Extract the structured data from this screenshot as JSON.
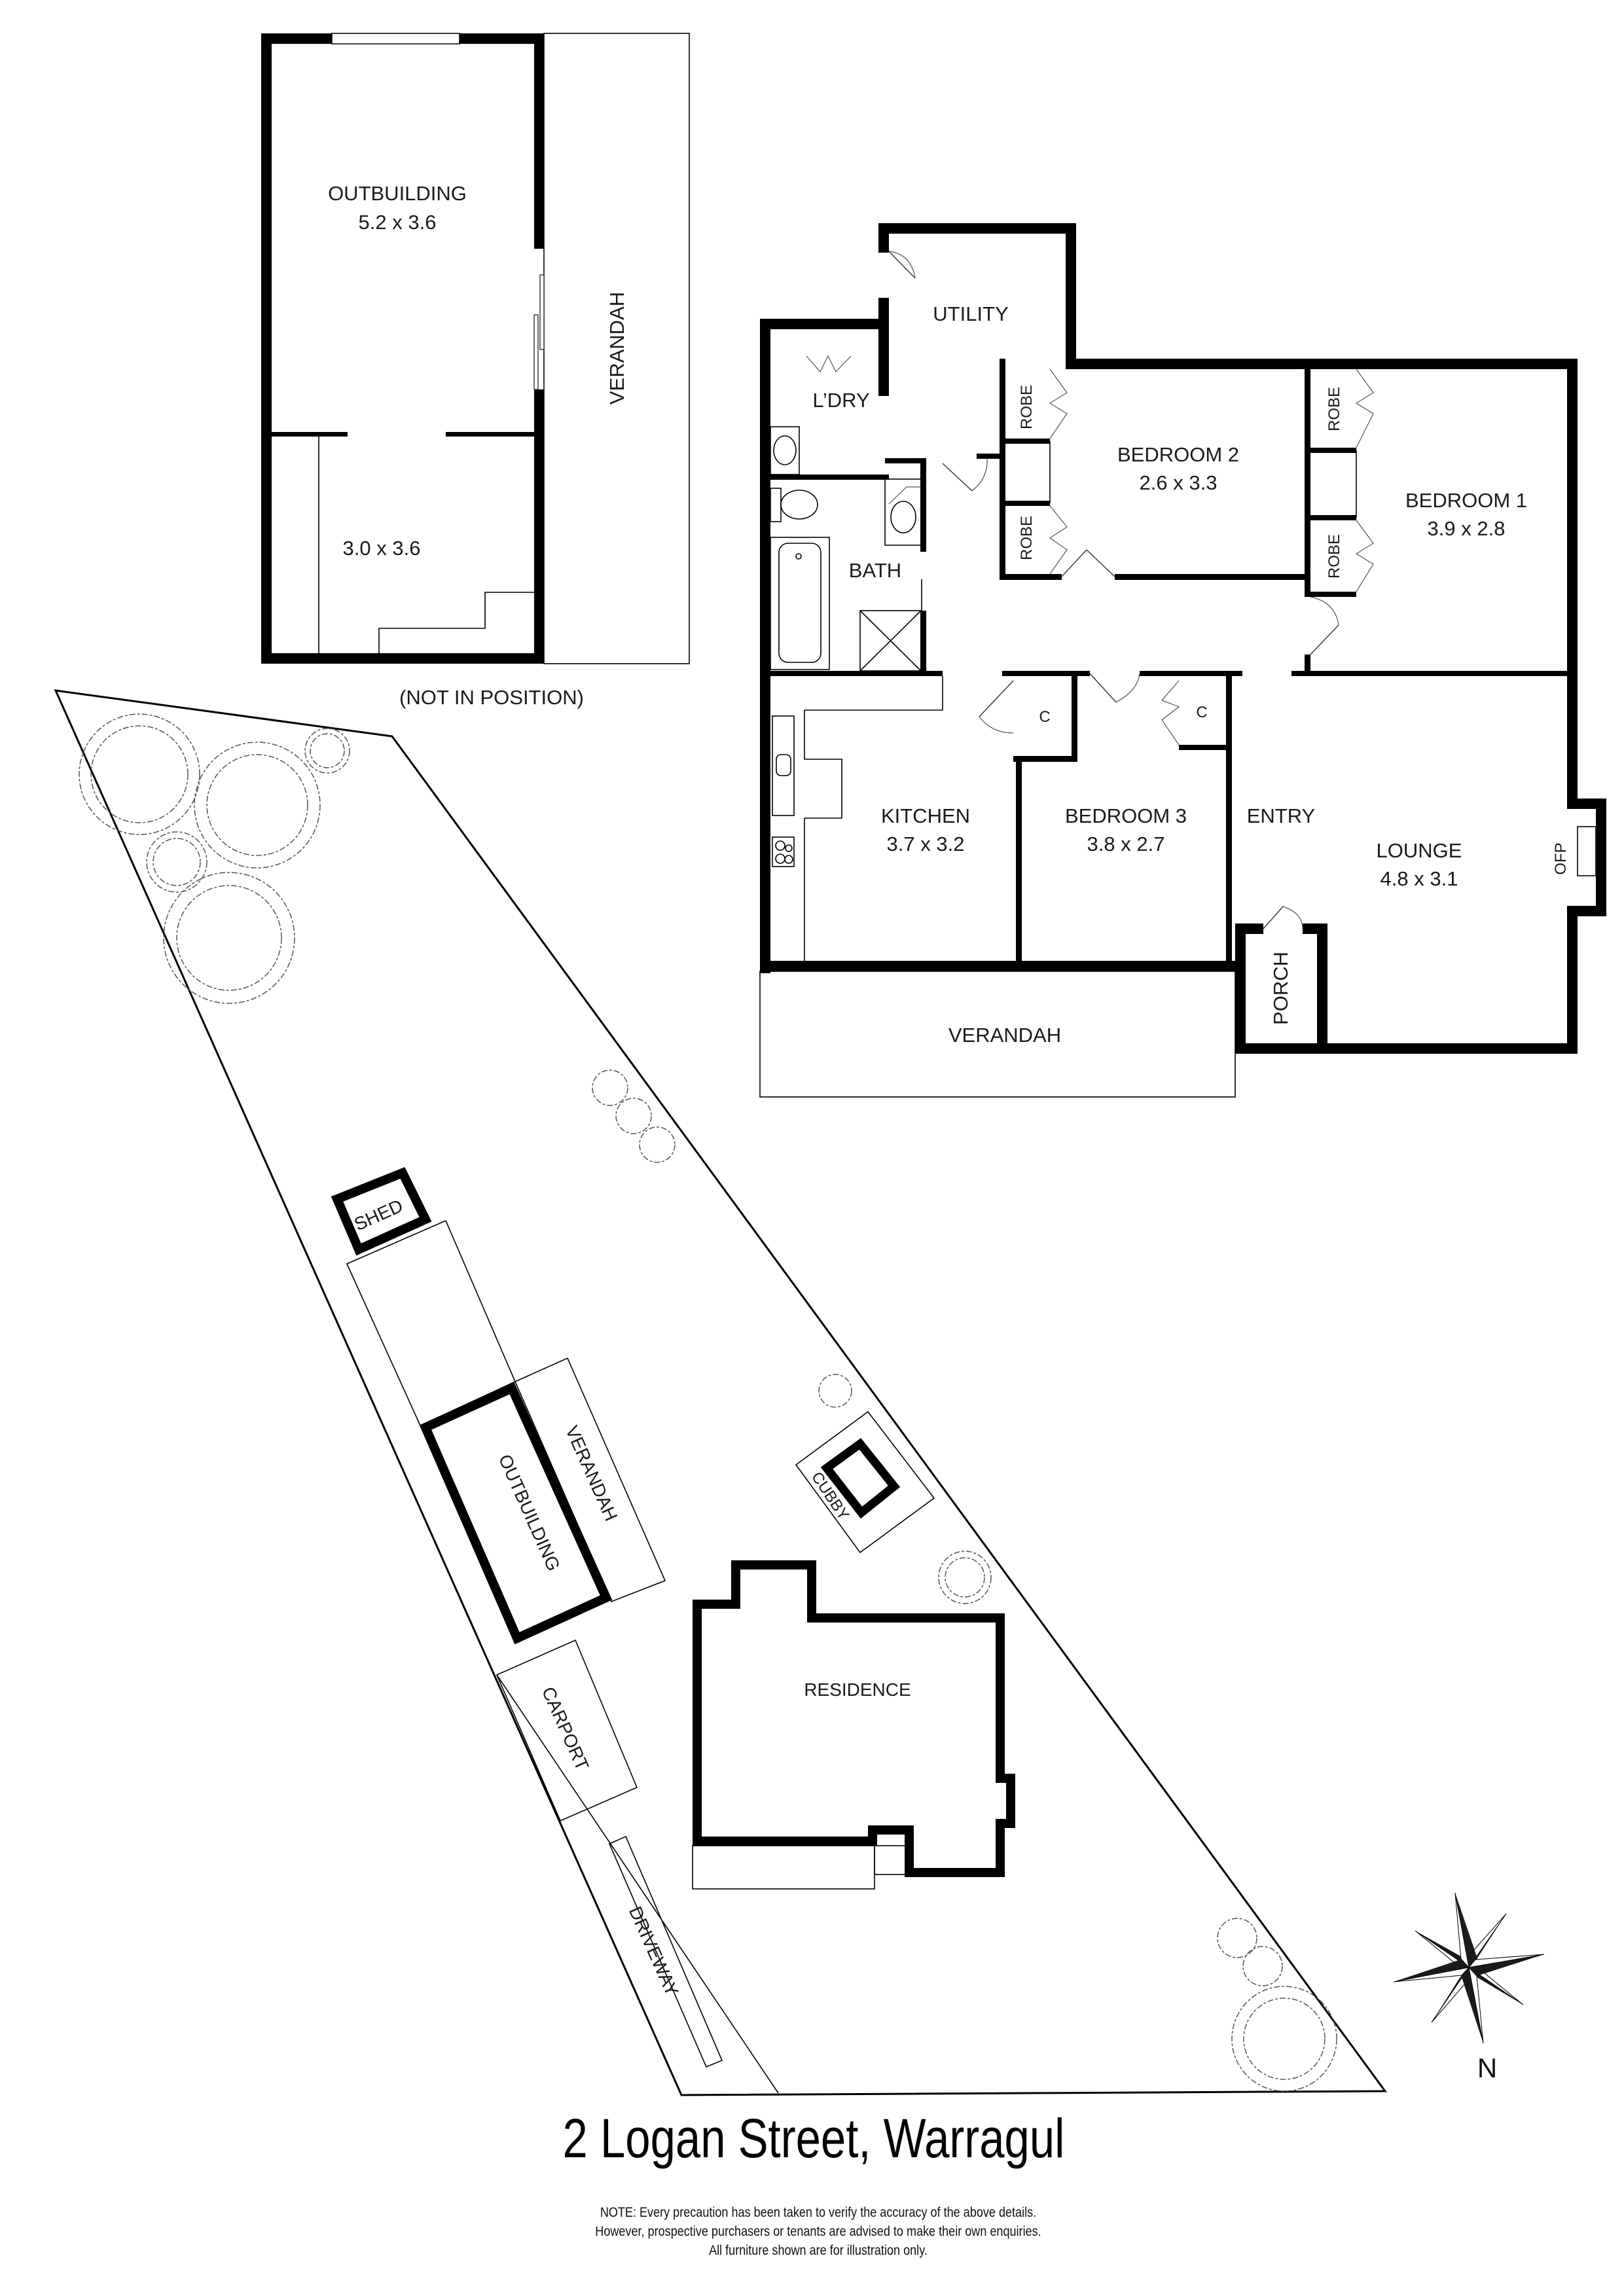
{
  "title": "2 Logan Street, Warragul",
  "note_lines": [
    "NOTE: Every precaution has been taken to verify the accuracy of the above details.",
    "However, prospective purchasers or tenants are advised to make their own enquiries.",
    "All furniture shown are for illustration only."
  ],
  "outbuilding_plan": {
    "main_room": {
      "name": "OUTBUILDING",
      "dims": "5.2 x 3.6"
    },
    "second_room": {
      "dims": "3.0 x 3.6"
    },
    "verandah": "VERANDAH",
    "caption": "(NOT IN POSITION)"
  },
  "house_plan": {
    "rooms": {
      "utility": {
        "name": "UTILITY"
      },
      "laundry": {
        "name": "L’DRY"
      },
      "bath": {
        "name": "BATH"
      },
      "bedroom2": {
        "name": "BEDROOM 2",
        "dims": "2.6 x 3.3"
      },
      "bedroom1": {
        "name": "BEDROOM 1",
        "dims": "3.9 x 2.8"
      },
      "kitchen": {
        "name": "KITCHEN",
        "dims": "3.7 x 3.2"
      },
      "bedroom3": {
        "name": "BEDROOM 3",
        "dims": "3.8 x 2.7"
      },
      "entry": {
        "name": "ENTRY"
      },
      "lounge": {
        "name": "LOUNGE",
        "dims": "4.8 x 3.1"
      },
      "porch": {
        "name": "PORCH"
      },
      "verandah": {
        "name": "VERANDAH"
      }
    },
    "robe_label": "ROBE",
    "closet_label": "C",
    "fireplace_label": "OFP"
  },
  "site_plan": {
    "labels": {
      "shed": "SHED",
      "outbuilding": "OUTBUILDING",
      "verandah": "VERANDAH",
      "cubby": "CUBBY",
      "residence": "RESIDENCE",
      "carport": "CARPORT",
      "driveway": "DRIVEWAY"
    }
  },
  "compass": {
    "label": "N",
    "icon": "compass-rose-icon"
  },
  "colors": {
    "ink": "#000000",
    "background": "#ffffff",
    "fixture_line": "#555555"
  }
}
